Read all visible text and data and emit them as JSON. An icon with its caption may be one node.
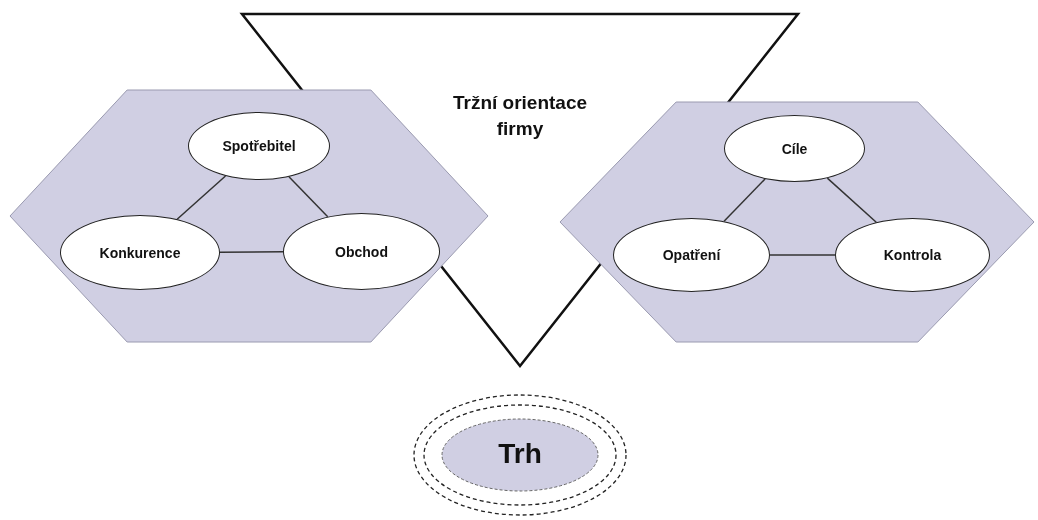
{
  "diagram": {
    "nodes": [
      {
        "text": [
          "Tržní orientace firmy"
        ]
      },
      {
        "text": [],
        "shape": "hexagon"
      },
      {
        "text": [
          "Spotřebitel"
        ],
        "in": 1
      },
      {
        "text": [
          "Konkurence"
        ],
        "in": 1
      },
      {
        "text": [
          "Obchod"
        ],
        "in": 1
      },
      {
        "text": [],
        "shape": "hexagon"
      },
      {
        "text": [
          "Cíle"
        ],
        "in": 5
      },
      {
        "text": [
          "Opatření"
        ],
        "in": 5
      },
      {
        "text": [
          "Kontrola"
        ],
        "in": 5
      },
      {
        "text": [
          "Trh"
        ]
      }
    ],
    "edges": [
      {
        "from": 2,
        "to": 3,
        "arrow": "none"
      },
      {
        "from": 2,
        "to": 4,
        "arrow": "none"
      },
      {
        "from": 3,
        "to": 4,
        "arrow": "none"
      },
      {
        "from": 6,
        "to": 7,
        "arrow": "none"
      },
      {
        "from": 6,
        "to": 8,
        "arrow": "none"
      },
      {
        "from": 7,
        "to": 8,
        "arrow": "none"
      }
    ]
  }
}
